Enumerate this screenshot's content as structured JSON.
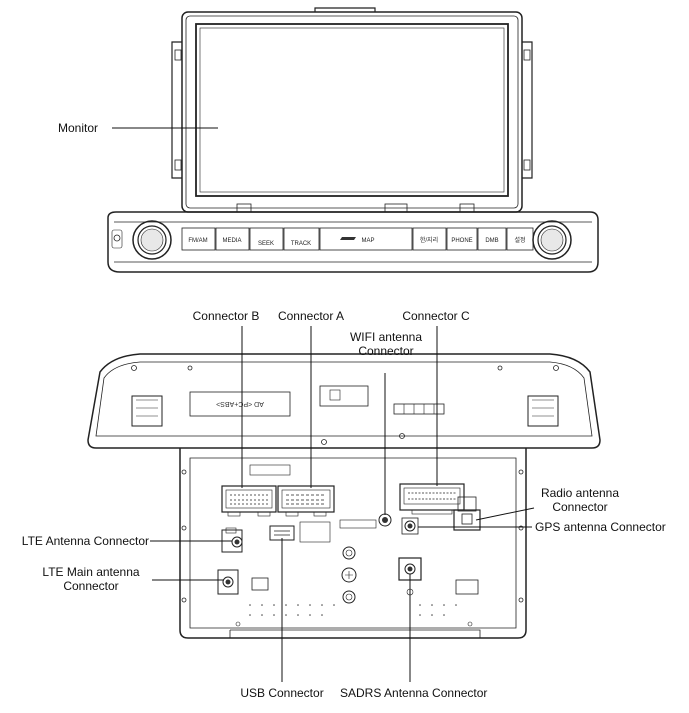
{
  "head_unit": {
    "buttons": [
      "FM/AM",
      "MEDIA",
      "SEEK",
      "TRACK",
      "MAP",
      "한/지리",
      "PHONE",
      "DMB",
      "설정"
    ]
  },
  "labels": {
    "monitor": "Monitor",
    "connector_b": "Connector B",
    "connector_a": "Connector A",
    "connector_c": "Connector C",
    "wifi_line1": "WIFI antenna",
    "wifi_line2": "Connector",
    "radio_line1": "Radio antenna",
    "radio_line2": "Connector",
    "gps": "GPS antenna Connector",
    "lte": "LTE Antenna Connector",
    "lte_main_line1": "LTE Main antenna",
    "lte_main_line2": "Connector",
    "usb": "USB Connector",
    "sadrs": "SADRS Antenna Connector"
  },
  "rear_marking": "AD  <PC+ABS>"
}
